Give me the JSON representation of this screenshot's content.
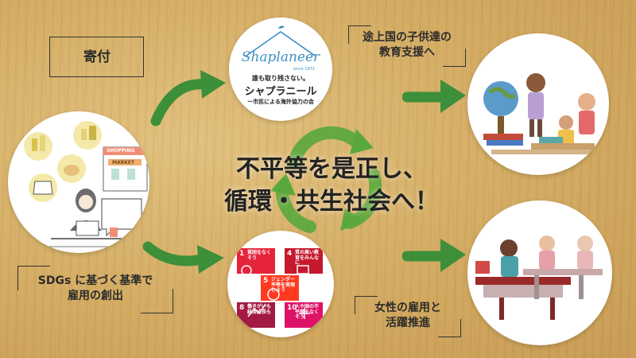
{
  "labels": {
    "donation": "寄付",
    "employment_line1": "SDGs に基づく基準で",
    "employment_line2": "雇用の創出",
    "education_line1": "途上国の子供達の",
    "education_line2": "教育支援へ",
    "women_line1": "女性の雇用と",
    "women_line2": "活躍推進"
  },
  "center_message": {
    "line1": "不平等を是正し、",
    "line2": "循環・共生社会へ！"
  },
  "shaplaneer": {
    "logo_text": "Shaplaneer",
    "since": "since 1972",
    "tagline": "誰も取り残さない。",
    "name": "シャプラニール",
    "subtitle": "ー市民による海外協力の会"
  },
  "shop": {
    "sign_shopping": "SHOPPING",
    "sign_market": "MARKET"
  },
  "sdgs": [
    {
      "num": "1",
      "title": "貧困をなくそう",
      "color": "#e5243b"
    },
    {
      "num": "4",
      "title": "質の高い教育をみんなに",
      "color": "#c5192d"
    },
    {
      "num": "5",
      "title": "ジェンダー平等を実現しよう",
      "color": "#ff3a21"
    },
    {
      "num": "8",
      "title": "働きがいも経済成長も",
      "color": "#a21942"
    },
    {
      "num": "10",
      "title": "人や国の不平等をなくそう",
      "color": "#dd1367"
    }
  ],
  "colors": {
    "arrow_green": "#3d8f3a",
    "recycle_green": "#5aa83c",
    "shaplaneer_blue": "#3f8fc4"
  }
}
